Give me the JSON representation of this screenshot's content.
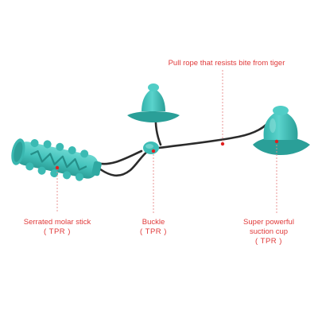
{
  "colors": {
    "toy": "#45c6bf",
    "toy_dark": "#2fa9a2",
    "toy_light": "#8fe0da",
    "rope": "#2b2b2b",
    "label_text": "#e03a3a",
    "leader": "#e88a8a",
    "dot": "#e02020",
    "background": "#ffffff"
  },
  "callouts": {
    "rope": {
      "text": "Pull rope that resists bite from tiger"
    },
    "stick": {
      "text": "Serrated molar stick",
      "material": "( TPR )"
    },
    "buckle": {
      "text": "Buckle",
      "material": "( TPR )"
    },
    "cup": {
      "line1": "Super powerful",
      "line2": "suction cup",
      "material": "( TPR )"
    }
  }
}
